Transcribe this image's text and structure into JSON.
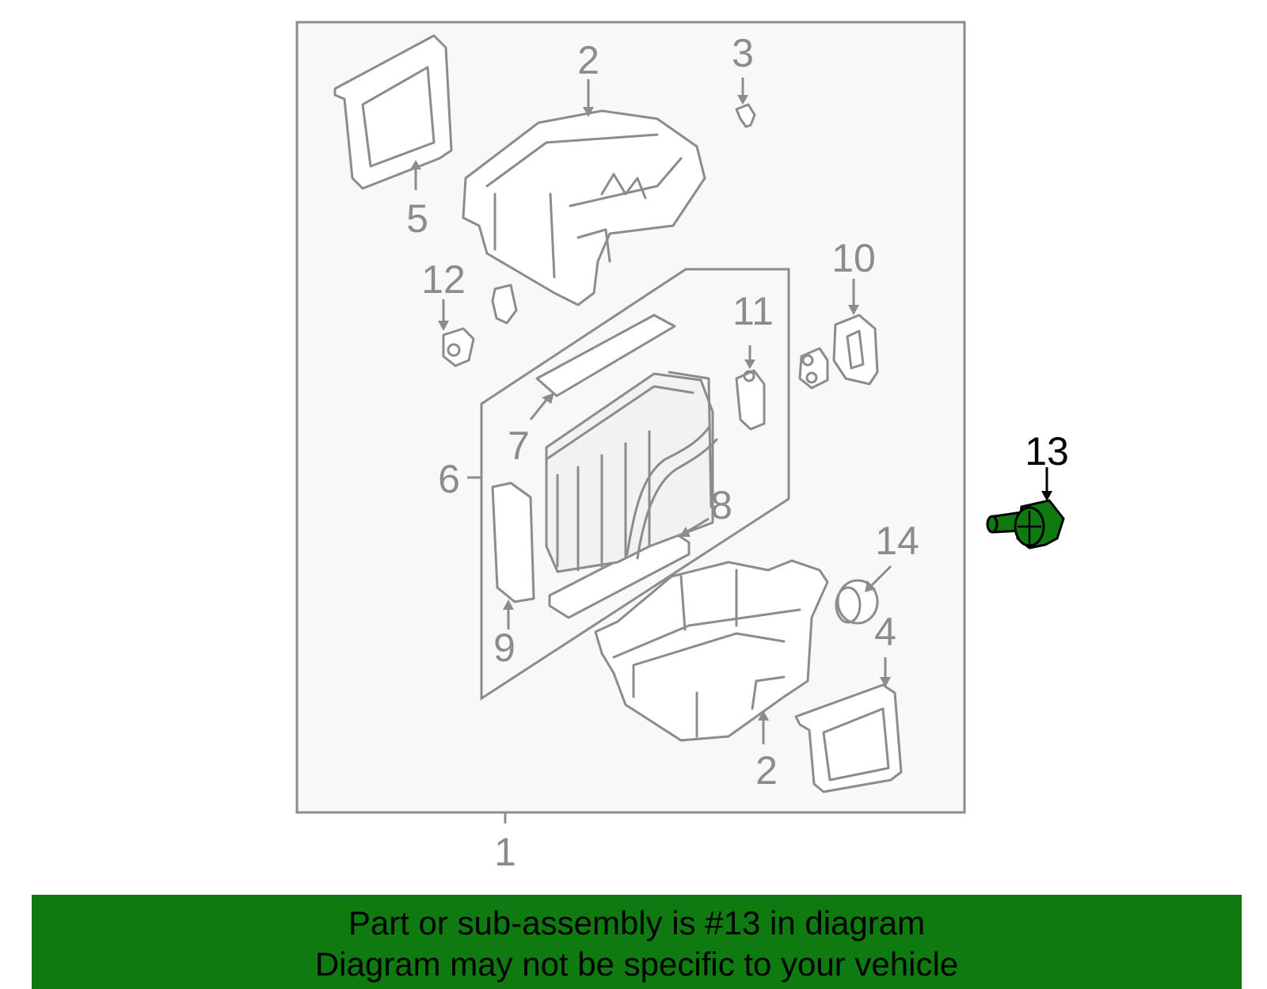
{
  "callouts": {
    "c1": "1",
    "c2a": "2",
    "c2b": "2",
    "c3": "3",
    "c4": "4",
    "c5": "5",
    "c6": "6",
    "c7": "7",
    "c8": "8",
    "c9": "9",
    "c10": "10",
    "c11": "11",
    "c12": "12",
    "c13": "13",
    "c14": "14"
  },
  "highlight_part": "13",
  "colors": {
    "highlight": "#0f7a0f",
    "line": "#8c8c8c",
    "banner": "#0f7a0f"
  },
  "banner": {
    "line1": "Part or sub-assembly is #13 in diagram",
    "line2": "Diagram may not be specific to your vehicle"
  }
}
